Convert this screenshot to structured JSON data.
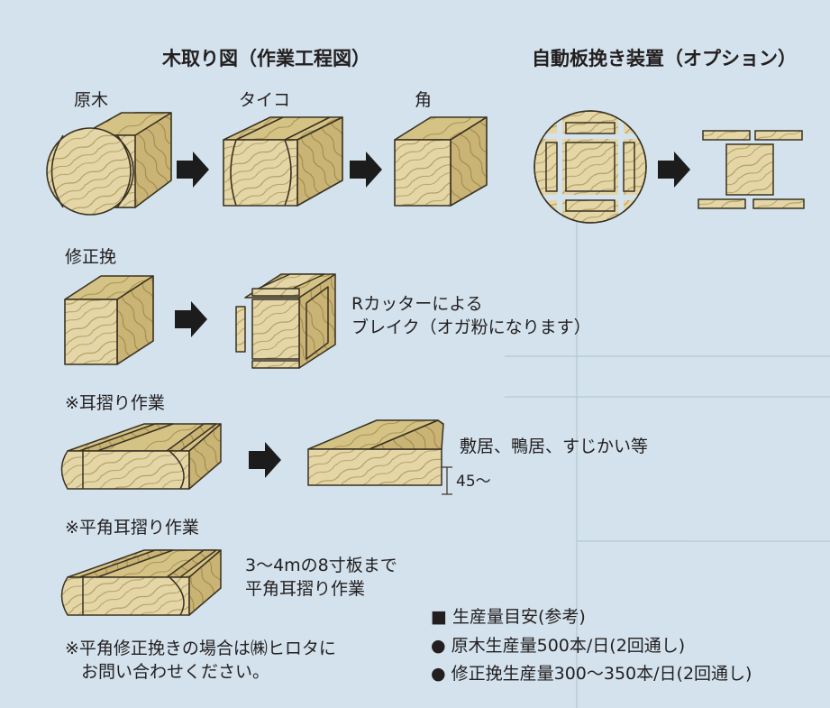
{
  "diagram": {
    "title_left": "木取り図（作業工程図）",
    "title_right": "自動板挽き装置（オプション）",
    "stage_log": "原木",
    "stage_taiko": "タイコ",
    "stage_square": "角",
    "section_correction": "修正挽",
    "rcutter_line1": "Rカッターによる",
    "rcutter_line2": "ブレイク（オガ粉になります）",
    "section_edging": "※耳摺り作業",
    "edging_uses": "敷居、鴨居、すじかい等",
    "edging_dim": "45～",
    "section_flat_edging": "※平角耳摺り作業",
    "flat_line1": "3～4mの8寸板まで",
    "flat_line2": "平角耳摺り作業",
    "note_line1": "※平角修正挽きの場合は㈱ヒロタに",
    "note_line2": "お問い合わせください。",
    "prod_heading": "■ 生産量目安(参考)",
    "prod_item1": "● 原木生産量500本/日(2回通し)",
    "prod_item2": "● 修正挽生産量300～350本/日(2回通し)"
  },
  "colors": {
    "background": "#d3e2ec",
    "wood_front": "#e4d6a6",
    "wood_top": "#d9c88f",
    "wood_side": "#cbb67a",
    "grain": "#b09a5e",
    "outline": "#3a3222",
    "arrow": "#1c1c1c",
    "panel_line": "#9fb6c6"
  }
}
